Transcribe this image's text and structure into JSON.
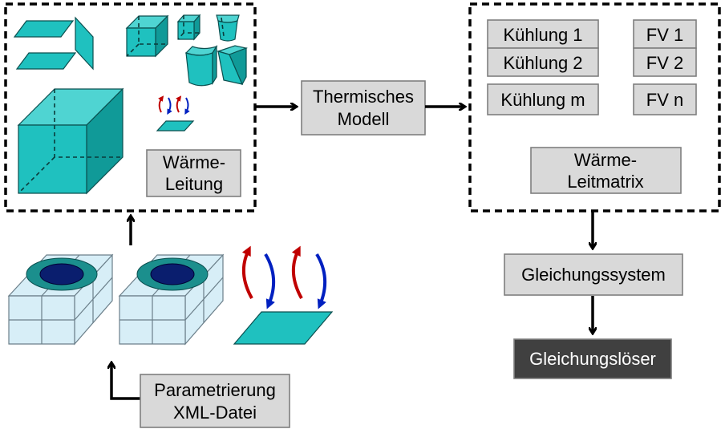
{
  "nodes": {
    "waerme_leitung": {
      "line1": "Wärme-",
      "line2": "Leitung"
    },
    "thermisches_modell": {
      "line1": "Thermisches",
      "line2": "Modell"
    },
    "kuehlung_1": "Kühlung 1",
    "kuehlung_2": "Kühlung 2",
    "kuehlung_m": "Kühlung m",
    "fv_1": "FV 1",
    "fv_2": "FV 2",
    "fv_n": "FV n",
    "waerme_leitmatrix": {
      "line1": "Wärme-",
      "line2": "Leitmatrix"
    },
    "gleichungssystem": "Gleichungssystem",
    "gleichungsloeser": "Gleichungslöser",
    "parametrierung": {
      "line1": "Parametrierung",
      "line2": "XML-Datei"
    }
  },
  "colors": {
    "box_fill": "#d9d9d9",
    "dark_box_fill": "#404040",
    "shape_cyan": "#1fc1bf",
    "arrow_up": "#c00000",
    "arrow_down": "#0020c0",
    "grid_fill": "#d7eef7",
    "ellipse_outer": "#1b8f8d",
    "ellipse_inner": "#0a1e6e"
  }
}
